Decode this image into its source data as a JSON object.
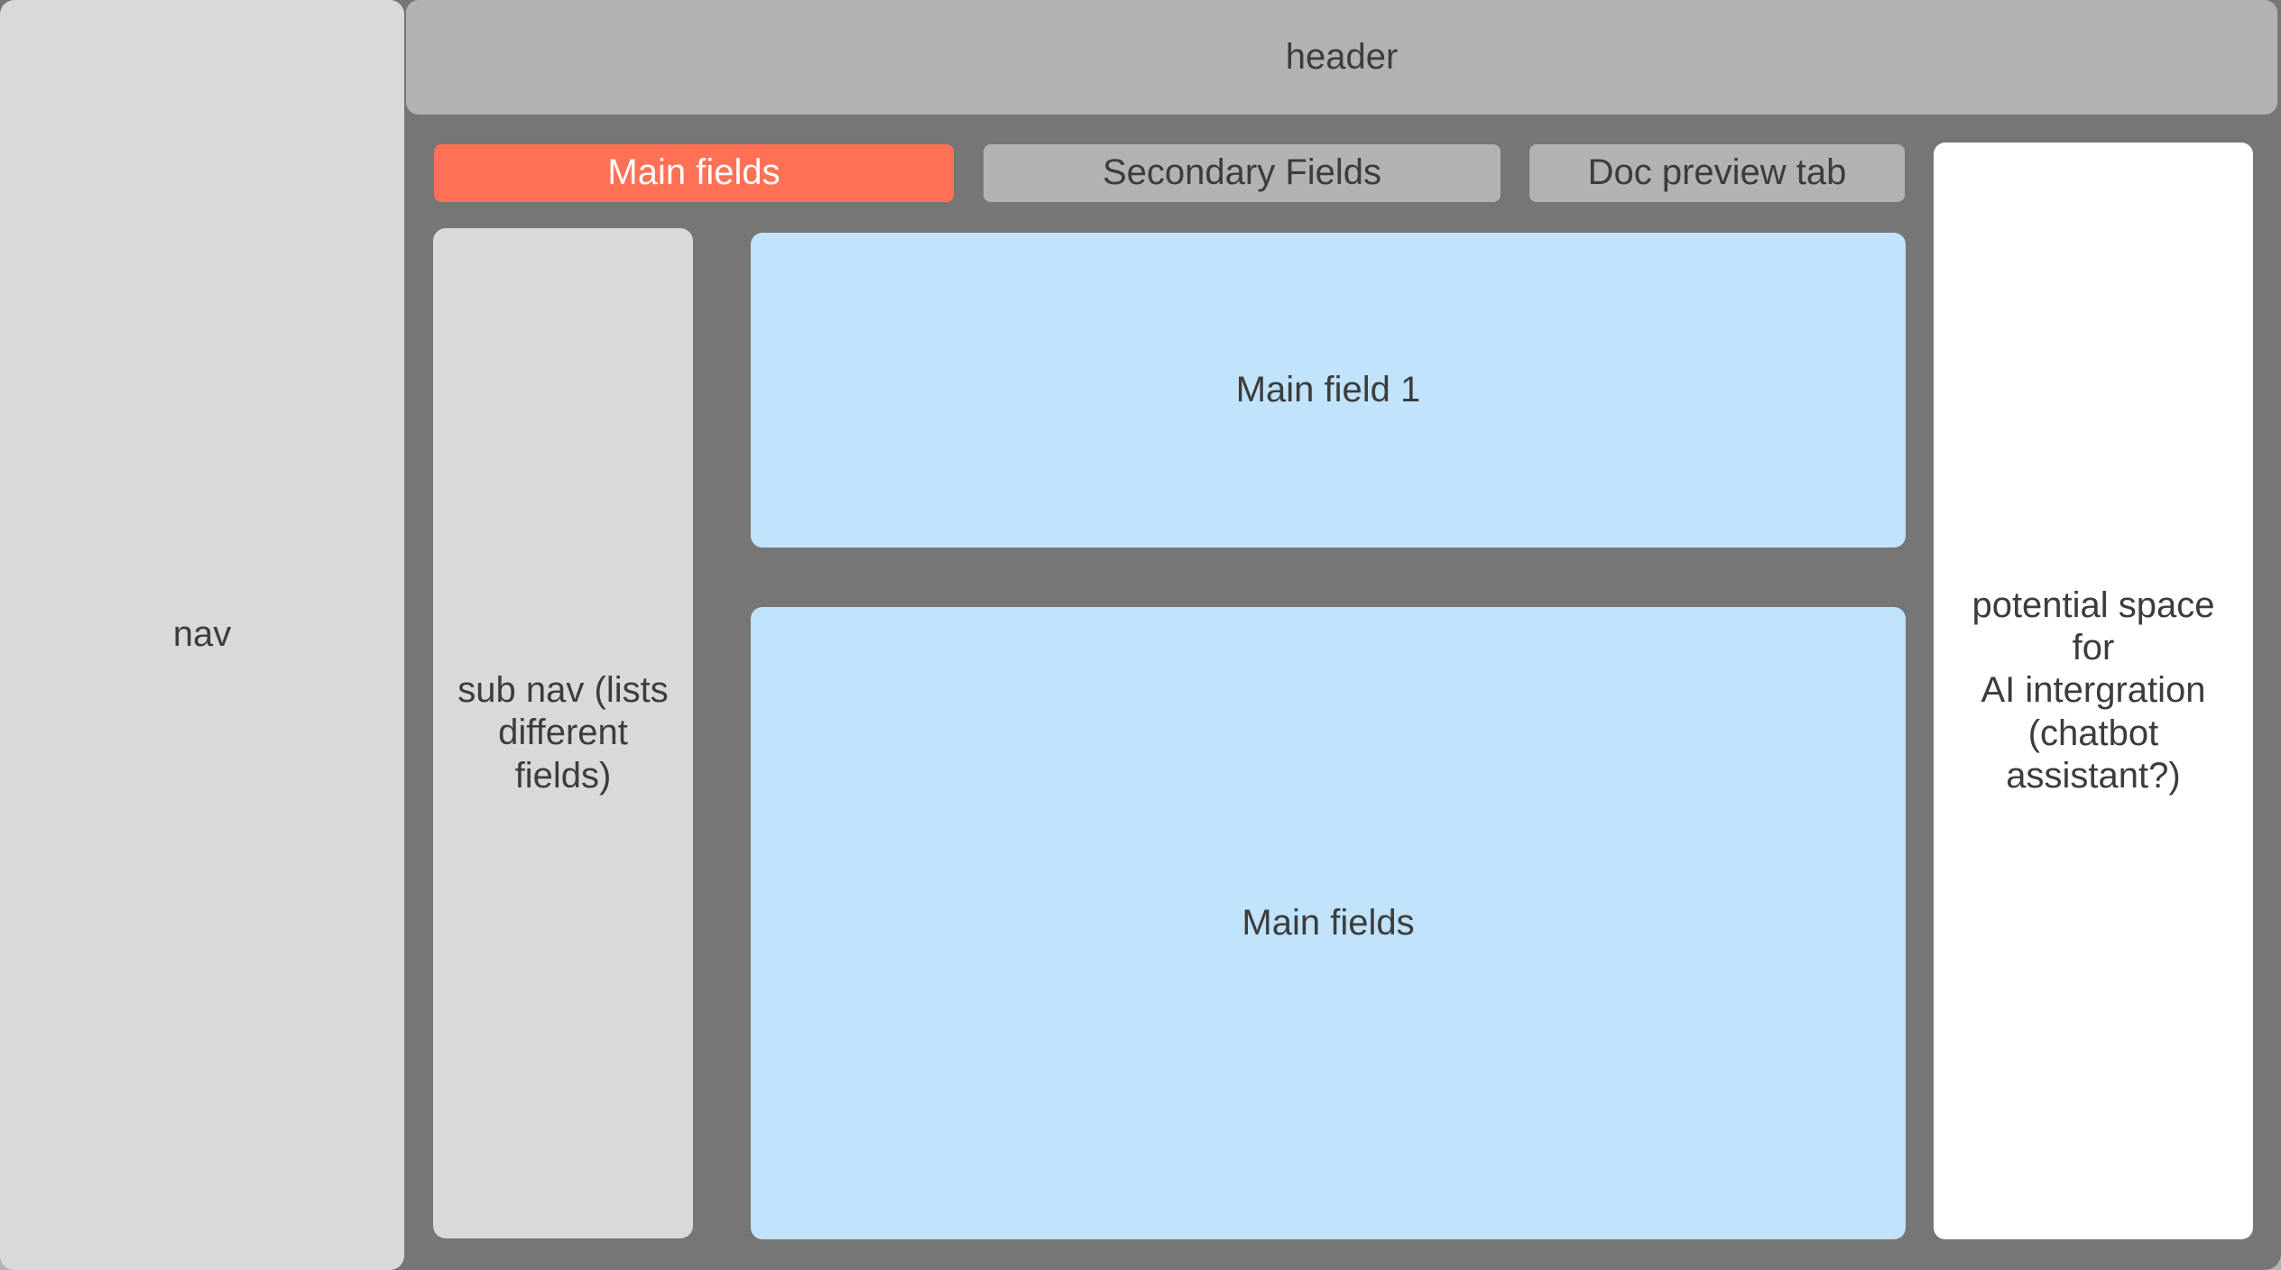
{
  "nav": {
    "label": "nav"
  },
  "header": {
    "label": "header"
  },
  "tabs": [
    {
      "id": "main-fields",
      "label": "Main fields",
      "active": true
    },
    {
      "id": "secondary-fields",
      "label": "Secondary Fields",
      "active": false
    },
    {
      "id": "doc-preview",
      "label": "Doc preview tab",
      "active": false
    }
  ],
  "subnav": {
    "label": "sub nav (lists\ndifferent\nfields)"
  },
  "fields": [
    {
      "id": "main-field-1",
      "label": "Main field 1"
    },
    {
      "id": "main-fields-area",
      "label": "Main fields"
    }
  ],
  "ai_panel": {
    "label": "potential space for\nAI intergration\n(chatbot\nassistant?)"
  },
  "colors": {
    "canvas_background": "#767676",
    "outer_background": "#b4b4b4",
    "header_gray": "#b2b2b2",
    "inactive_tab_gray": "#b2b2b2",
    "nav_gray": "#d9d9d9",
    "active_tab_orange": "#ff7055",
    "field_blue": "#c1e3fc",
    "ai_panel_white": "#ffffff",
    "text_dark": "#3c3c3c",
    "active_tab_text": "#fffefe"
  }
}
